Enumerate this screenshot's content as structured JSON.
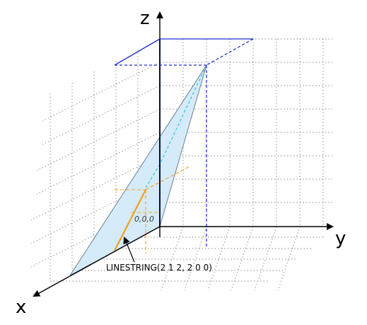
{
  "axes": {
    "x_label": "x",
    "y_label": "y",
    "z_label": "z"
  },
  "origin_label": "0,0,0",
  "callout": {
    "text": "LINESTRING(2 1 2, 2 0 0)"
  },
  "colors": {
    "axis": "#000000",
    "grid": "#8a8a8a",
    "triangle_fill": "#d6ebfa",
    "triangle_stroke": "#6b7f8e",
    "projection_blue": "#1f2fcf",
    "hidden_line_cyan": "#25c8e0",
    "linestring_orange": "#f0a020"
  }
}
